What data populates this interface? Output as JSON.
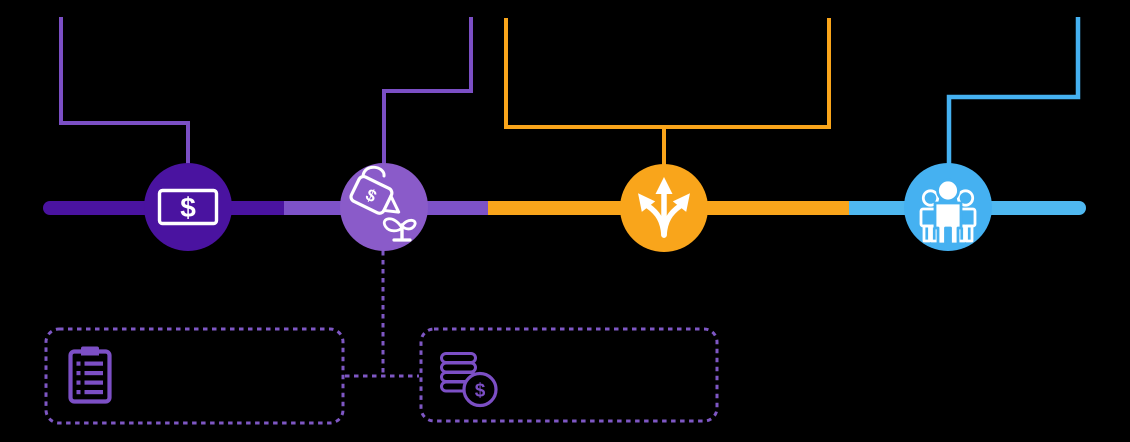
{
  "diagram": {
    "type": "process-timeline-infographic",
    "symbols": {
      "dollar": "$"
    },
    "colors": {
      "background": "#000000",
      "node1_fill": "#4A13A0",
      "node2_fill": "#8A5BC9",
      "node3_fill": "#F9A51B",
      "node4_fill": "#45B1F1",
      "segment1": "#4A13A0",
      "segment2": "#7D52C8",
      "segment3": "#F9A51B",
      "segment4": "#4FB8F0",
      "elbow_purple": "#7B4FC5",
      "elbow_orange": "#F9A51B",
      "elbow_blue": "#45B1F1",
      "dashed_purple": "#7E57C4",
      "box_icon": "#7C4FC5",
      "icon_white": "#FFFFFF"
    },
    "timeline_nodes": [
      {
        "id": "node-1",
        "icon": "dollar-bill-icon"
      },
      {
        "id": "node-2",
        "icon": "watering-can-money-plant-icon"
      },
      {
        "id": "node-3",
        "icon": "three-way-arrows-icon"
      },
      {
        "id": "node-4",
        "icon": "people-group-icon"
      }
    ],
    "callout_boxes": [
      {
        "id": "callout-1",
        "icon": "clipboard-checklist-icon",
        "linked_to": "node-2"
      },
      {
        "id": "callout-2",
        "icon": "coins-dollar-icon",
        "linked_to": "node-2"
      }
    ]
  }
}
